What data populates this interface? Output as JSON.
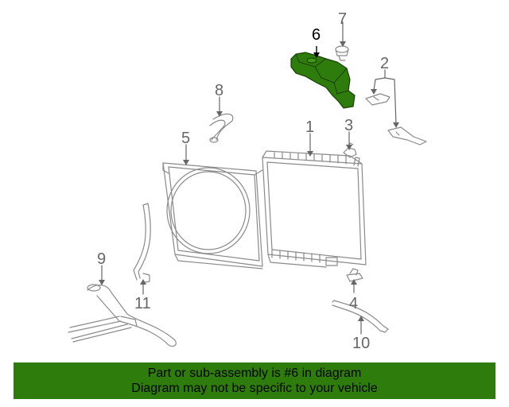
{
  "callouts": {
    "c1": "1",
    "c2": "2",
    "c3": "3",
    "c4": "4",
    "c5": "5",
    "c6": "6",
    "c7": "7",
    "c8": "8",
    "c9": "9",
    "c10": "10",
    "c11": "11"
  },
  "highlight": {
    "part": "6",
    "color": "#2e7d0c"
  },
  "banner": {
    "line1": "Part or sub-assembly is #6 in diagram",
    "line2": "Diagram may not be specific to your vehicle",
    "background": "#2e7d0c"
  }
}
